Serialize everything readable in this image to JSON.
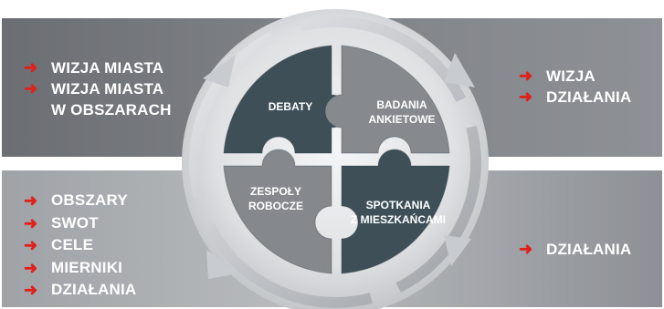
{
  "top_left_items": [
    {
      "text": "WIZJA MIASTA"
    },
    {
      "text": "WIZJA MIASTA",
      "cont": "W OBSZARACH"
    }
  ],
  "top_right_items": [
    {
      "text": "WIZJA"
    },
    {
      "text": "DZIAŁANIA"
    }
  ],
  "bottom_left_items": [
    {
      "text": "OBSZARY"
    },
    {
      "text": "SWOT"
    },
    {
      "text": "CELE"
    },
    {
      "text": "MIERNIKI"
    },
    {
      "text": "DZIAŁANIA"
    }
  ],
  "bottom_right_items": [
    {
      "text": "DZIAŁANIA"
    }
  ],
  "puzzle": {
    "top_left": {
      "label": [
        "DEBATY"
      ],
      "color": "#3e4f58"
    },
    "top_right": {
      "label": [
        "BADANIA",
        "ANKIETOWE"
      ],
      "color": "#868a8f"
    },
    "bottom_left": {
      "label": [
        "ZESPOŁY",
        "ROBOCZE"
      ],
      "color": "#85898e"
    },
    "bottom_right": {
      "label": [
        "SPOTKANIA",
        "Z MIESZKAŃCAMI"
      ],
      "color": "#3e4f58"
    }
  },
  "colors": {
    "arrow_bullet": "#e0201b",
    "cycle_ring": "#c9ccd0"
  }
}
